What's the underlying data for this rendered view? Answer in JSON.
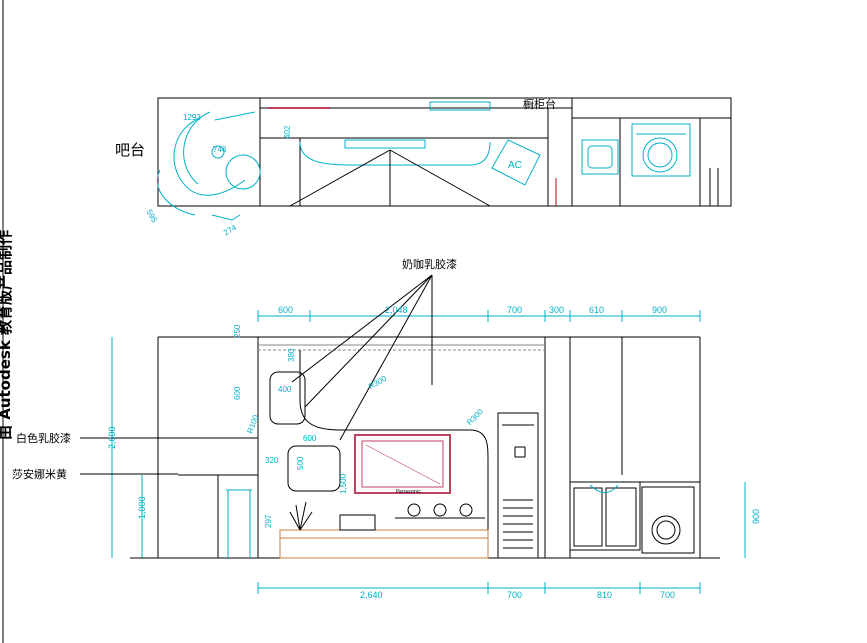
{
  "watermark": "由 Autodesk 教育版产品制作",
  "plan": {
    "bar_label": "吧台",
    "counter_label": "橱柜台",
    "ac_label": "AC",
    "dims": [
      "1293",
      "746",
      "402",
      "595",
      "274"
    ]
  },
  "elevation": {
    "callout_cream": "奶咖乳胶漆",
    "callout_white": "白色乳胶漆",
    "callout_beige": "莎安娜米黄",
    "tv_brand": "Panasonic",
    "top_dims": [
      "600",
      "2,048",
      "700",
      "300",
      "610",
      "900"
    ],
    "bottom_dims": [
      "2,640",
      "700",
      "810",
      "700"
    ],
    "left_dims": [
      "250",
      "2,600",
      "1,000"
    ],
    "niche_dims": [
      "380",
      "400",
      "600",
      "R100",
      "600",
      "320",
      "500",
      "297",
      "1,500"
    ],
    "radius_dims": [
      "R300",
      "R300"
    ],
    "right_dim": "900"
  }
}
